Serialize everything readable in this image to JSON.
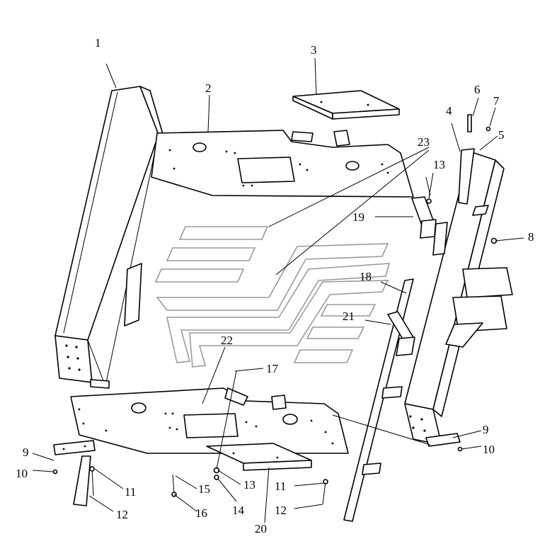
{
  "diagram": {
    "callouts": [
      {
        "id": "c1",
        "text": "1"
      },
      {
        "id": "c2",
        "text": "2"
      },
      {
        "id": "c3",
        "text": "3"
      },
      {
        "id": "c4",
        "text": "4"
      },
      {
        "id": "c5",
        "text": "5"
      },
      {
        "id": "c6",
        "text": "6"
      },
      {
        "id": "c7",
        "text": "7"
      },
      {
        "id": "c8",
        "text": "8"
      },
      {
        "id": "c9a",
        "text": "9"
      },
      {
        "id": "c9b",
        "text": "9"
      },
      {
        "id": "c10a",
        "text": "10"
      },
      {
        "id": "c10b",
        "text": "10"
      },
      {
        "id": "c11a",
        "text": "11"
      },
      {
        "id": "c11b",
        "text": "11"
      },
      {
        "id": "c12a",
        "text": "12"
      },
      {
        "id": "c12b",
        "text": "12"
      },
      {
        "id": "c13a",
        "text": "13"
      },
      {
        "id": "c13b",
        "text": "13"
      },
      {
        "id": "c14",
        "text": "14"
      },
      {
        "id": "c15",
        "text": "15"
      },
      {
        "id": "c16",
        "text": "16"
      },
      {
        "id": "c17",
        "text": "17"
      },
      {
        "id": "c18",
        "text": "18"
      },
      {
        "id": "c19",
        "text": "19"
      },
      {
        "id": "c20",
        "text": "20"
      },
      {
        "id": "c21",
        "text": "21"
      },
      {
        "id": "c22",
        "text": "22"
      },
      {
        "id": "c23",
        "text": "23"
      }
    ],
    "colors": {
      "line": "#000000",
      "background": "#ffffff",
      "watermark": "#9a9a9a"
    }
  }
}
